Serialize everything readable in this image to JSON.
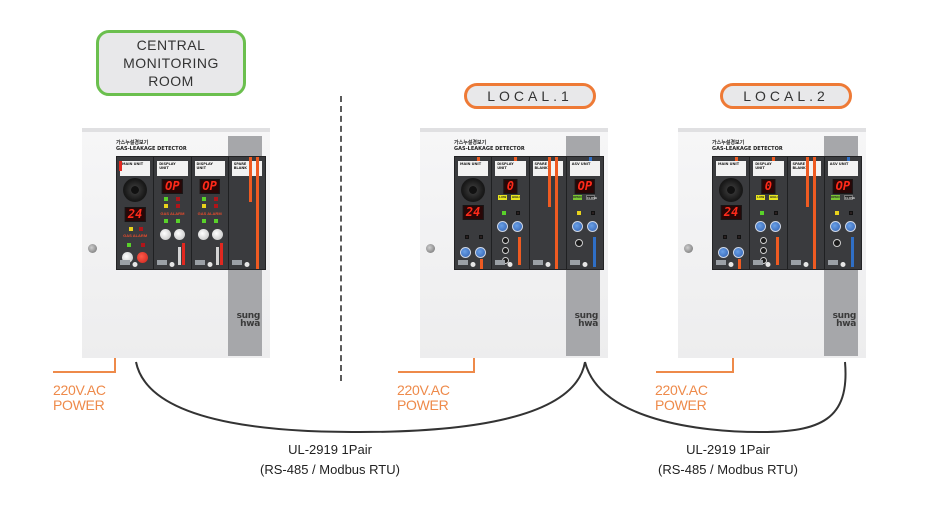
{
  "central": {
    "room_label_lines": [
      "CENTRAL",
      "MONITORING",
      "ROOM"
    ],
    "power_lines": [
      "220V.AC",
      "POWER"
    ]
  },
  "local1": {
    "label": "LOCAL.1",
    "power_lines": [
      "220V.AC",
      "POWER"
    ]
  },
  "local2": {
    "label": "LOCAL.2",
    "power_lines": [
      "220V.AC",
      "POWER"
    ]
  },
  "cabinet": {
    "title_korean": "가스누설경보기",
    "title_english": "GAS-LEAKAGE DETECTOR",
    "brand_lines": [
      "sung",
      "hwa"
    ]
  },
  "central_modules": [
    {
      "name": "MAIN UNIT",
      "display": "24",
      "alarm_text": "GAS ALARM"
    },
    {
      "name": "DISPLAY UNIT",
      "display": "OP",
      "alarm_text": "GAS ALARM"
    },
    {
      "name": "DISPLAY UNIT",
      "display": "OP",
      "alarm_text": "GAS ALARM"
    },
    {
      "name": "SPARE BLANK"
    }
  ],
  "local_modules": [
    {
      "name": "MAIN UNIT",
      "display": "24"
    },
    {
      "name": "DISPLAY UNIT",
      "display": "0",
      "chips": [
        "LOW",
        "HIGH"
      ]
    },
    {
      "name": "SPARE BLANK"
    },
    {
      "name": "ASV UNIT",
      "display": "OP",
      "chips": [
        "OPEN",
        "CLOSE"
      ]
    }
  ],
  "cables": [
    {
      "lines": [
        "UL-2919 1Pair",
        "(RS-485 / Modbus RTU)"
      ]
    },
    {
      "lines": [
        "UL-2919 1Pair",
        "(RS-485 / Modbus RTU)"
      ]
    }
  ],
  "colors": {
    "central_border": "#6bbf4e",
    "local_border": "#ee7a36",
    "power_text": "#ee8a4a",
    "cable": "#333333"
  }
}
